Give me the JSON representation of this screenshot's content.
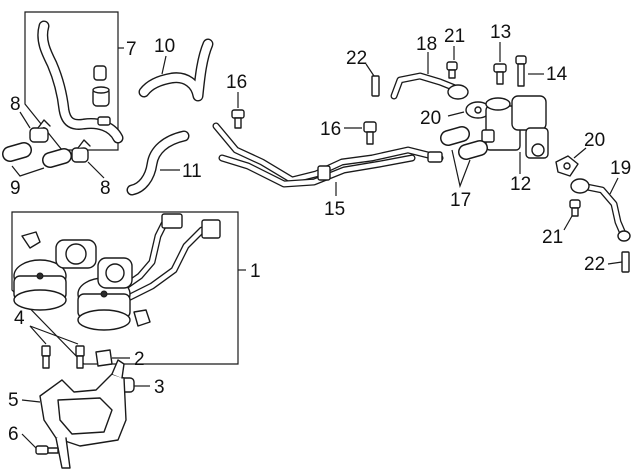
{
  "diagram": {
    "callouts": [
      {
        "id": "c1",
        "text": "1"
      },
      {
        "id": "c2",
        "text": "2"
      },
      {
        "id": "c3",
        "text": "3"
      },
      {
        "id": "c4",
        "text": "4"
      },
      {
        "id": "c5",
        "text": "5"
      },
      {
        "id": "c6",
        "text": "6"
      },
      {
        "id": "c7",
        "text": "7"
      },
      {
        "id": "c8a",
        "text": "8"
      },
      {
        "id": "c8b",
        "text": "8"
      },
      {
        "id": "c9",
        "text": "9"
      },
      {
        "id": "c10",
        "text": "10"
      },
      {
        "id": "c11",
        "text": "11"
      },
      {
        "id": "c12",
        "text": "12"
      },
      {
        "id": "c13",
        "text": "13"
      },
      {
        "id": "c14",
        "text": "14"
      },
      {
        "id": "c15",
        "text": "15"
      },
      {
        "id": "c16a",
        "text": "16"
      },
      {
        "id": "c16b",
        "text": "16"
      },
      {
        "id": "c17",
        "text": "17"
      },
      {
        "id": "c18",
        "text": "18"
      },
      {
        "id": "c19",
        "text": "19"
      },
      {
        "id": "c20a",
        "text": "20"
      },
      {
        "id": "c20b",
        "text": "20"
      },
      {
        "id": "c21a",
        "text": "21"
      },
      {
        "id": "c21b",
        "text": "21"
      },
      {
        "id": "c22a",
        "text": "22"
      },
      {
        "id": "c22b",
        "text": "22"
      }
    ]
  }
}
